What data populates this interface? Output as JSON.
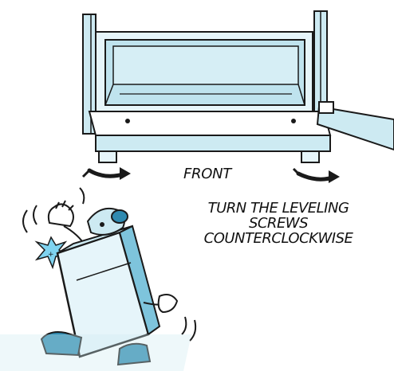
{
  "labels": {
    "front": "FRONT",
    "instruction_lines": [
      "TURN THE LEVELING",
      "SCREWS",
      "COUNTERCLOCKWISE"
    ]
  },
  "colors": {
    "outline": "#1a1a1a",
    "light_blue": "#cdeaf2",
    "mid_blue": "#7ec4dc",
    "dark_blue": "#2f8ab0",
    "sparkle": "#7fd3f0"
  },
  "icons": {
    "left_arrow": "curved-arrow-left",
    "right_arrow": "curved-arrow-right"
  }
}
